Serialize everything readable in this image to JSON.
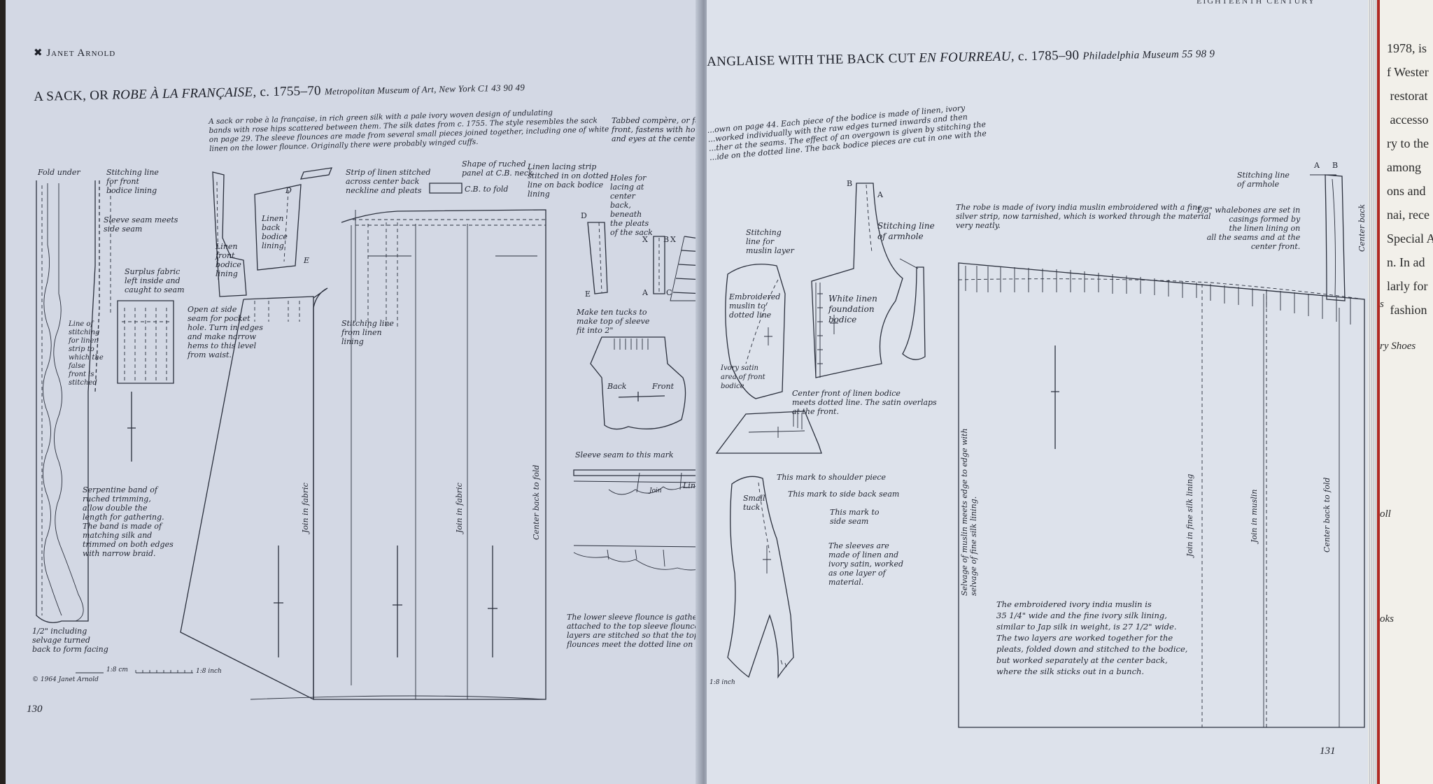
{
  "left_page": {
    "running_head": "Janet Arnold",
    "title_main": "A SACK, OR ",
    "title_italic": "ROBE À LA FRANÇAISE,",
    "title_date": " c. 1755–70",
    "museum": "Metropolitan Museum of Art, New York C1 43 90 49",
    "intro": "A sack or robe à la française, in rich green silk with a pale ivory woven design of undulating\nbands with rose hips scattered between them. The silk dates from c. 1755. The style resembles the sack\non page 29. The sleeve flounces are made from several small pieces joined together, including one of white\nlinen on the lower flounce. Originally there were probably winged cuffs.",
    "labels": {
      "fold_under": "Fold under",
      "stitching_front": "Stitching line\nfor front\nbodice lining",
      "sleeve_seam": "Sleeve seam meets\nside seam",
      "surplus": "Surplus fabric\nleft inside and\ncaught to seam",
      "line_stitching": "Line of\nstitching\nfor linen\nstrip to\nwhich the\nfalse\nfront is\nstitched",
      "serpentine": "Serpentine band of\nruched trimming,\nallow double the\nlength for gathering.\nThe band is made of\nmatching silk and\ntrimmed on both edges\nwith narrow braid.",
      "inch_including": "1/2\" including\nselvage turned\nback to form facing",
      "linen_front": "Linen\nfront\nbodice\nlining",
      "linen_back": "Linen\nback\nbodice\nlining",
      "open_side": "Open at side\nseam for pocket\nhole. Turn in edges\nand make narrow\nhems to this level\nfrom waist.",
      "strip_linen": "Strip of linen stitched\nacross center back\nneckline and pleats",
      "stitching_linen": "Stitching line\nfrom linen\nlining",
      "shape_ruched": "Shape of ruched\npanel at C.B. neck",
      "cb_fold": "C.B. to fold",
      "lacing_strip": "Linen lacing strip\nstitched in on dotted\nline on back bodice\nlining",
      "holes": "Holes for\nlacing at\ncenter\nback,\nbeneath\nthe pleats\nof the sack",
      "tabbed": "Tabbed compère, or false\nfront, fastens with hooks\nand eyes at the center front",
      "ten_tucks": "Make ten tucks to\nmake top of sleeve\nfit into 2\"",
      "back": "Back",
      "front": "Front",
      "sleeve_seam_mark": "Sleeve seam to this mark",
      "lower_flounce": "The lower sleeve flounce is gathered up and\nattached to the top sleeve flounce. The two\nlayers are stitched so that the top of the\nflounces meet the dotted line on the sleeve",
      "join_fabric_1": "Join in fabric",
      "join_fabric_2": "Join in fabric",
      "cb_to_fold": "Center back to fold",
      "join": "Join",
      "linen": "Linen",
      "scale_1": "1:8 cm",
      "scale_2": "1:8 inch",
      "copyright": "© 1964 Janet Arnold",
      "pt_D1": "D",
      "pt_E1": "E",
      "pt_D2": "D",
      "pt_E2": "E",
      "pt_X1": "X",
      "pt_B": "B",
      "pt_X2": "X",
      "pt_A": "A",
      "pt_C": "C"
    },
    "folio": "130"
  },
  "right_page": {
    "running_head": "EIGHTEENTH CENTURY",
    "title_main": "ANGLAISE WITH THE BACK CUT ",
    "title_italic": "EN FOURREAU,",
    "title_date": " c. 1785–90",
    "museum": "Philadelphia Museum 55 98 9",
    "intro": "...own on page 44. Each piece of the bodice is made of linen, ivory\n...worked individually with the raw edges turned inwards and then\n...ther at the seams. The effect of an overgown is given by stitching the\n...ide on the dotted line. The back bodice pieces are cut in one with the",
    "labels": {
      "stitching_muslin": "Stitching\nline for\nmuslin layer",
      "embroidered": "Embroidered\nmuslin to\ndotted line",
      "ivory_satin": "Ivory satin\narea of front\nbodice",
      "white_linen": "White linen\nfoundation\nbodice",
      "armhole": "Stitching line\nof armhole",
      "center_front": "Center front of linen bodice\nmeets dotted line. The satin overlaps\nat the front.",
      "shoulder": "This mark to shoulder piece",
      "side_back": "This mark to side back seam",
      "side_seam": "This mark to\nside seam",
      "small_tuck": "Small\ntuck",
      "sleeves": "The sleeves are\nmade of linen and\nivory satin, worked\nas one layer of\nmaterial.",
      "robe_made": "The robe is made of ivory india muslin embroidered with a fine\nsilver strip, now tarnished, which is worked through the material\nvery neatly.",
      "armhole_2": "Stitching line\nof armhole",
      "whalebones": "1/8\" whalebones are set in\ncasings formed by\nthe linen lining on\nall the seams and at the\ncenter front.",
      "center_back": "Center back",
      "selvage": "Selvage of muslin meets edge to edge with\nselvage of fine silk lining.",
      "join_silk": "Join in fine silk lining",
      "join_muslin": "Join in muslin",
      "cb_fold": "Center back to fold",
      "embroidered_note": "The embroidered ivory india muslin is\n35 1/4\" wide and the fine ivory silk lining,\nsimilar to Jap silk in weight, is 27 1/2\" wide.\nThe two layers are worked together for the\npleats, folded down and stitched to the bodice,\nbut worked separately at the center back,\nwhere the silk sticks out in a bunch.",
      "scale": "1:8 inch",
      "pt_A1": "A",
      "pt_B1": "B",
      "pt_A2": "A",
      "pt_B2": "B"
    },
    "folio": "131"
  },
  "next_page": {
    "text_lines": "1978, is\nf Wester\n restorat\n accesso\nry to the\namong\nons and\nnai, rece\nSpecial A\nn. In ad\nlarly for\n fashion",
    "italic_lines": "s\n\nry Shoes\n\n\n\n\n\n\n\noll\n\n\n\n\noks"
  }
}
